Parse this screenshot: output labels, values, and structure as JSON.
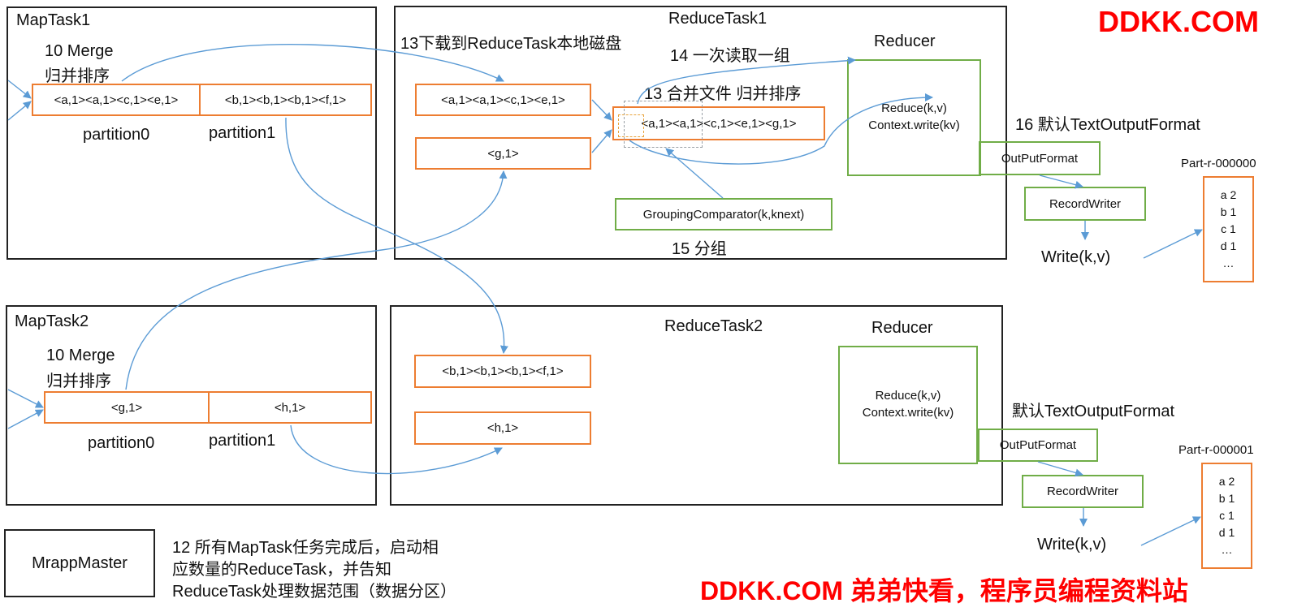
{
  "watermark_top": "DDKK.COM",
  "watermark_bottom": "DDKK.COM 弟弟快看，程序员编程资料站",
  "colors": {
    "orange": "#ED7D31",
    "green": "#70AD47",
    "arrow": "#5B9BD5",
    "watermark": "#FF0000"
  },
  "maptask1": {
    "title": "MapTask1",
    "merge_line1": "10 Merge",
    "merge_line2": "归并排序",
    "p0_content": "<a,1><a,1><c,1><e,1>",
    "p1_content": "<b,1><b,1><b,1><f,1>",
    "p0_label": "partition0",
    "p1_label": "partition1"
  },
  "maptask2": {
    "title": "MapTask2",
    "merge_line1": "10 Merge",
    "merge_line2": "归并排序",
    "p0_content": "<g,1>",
    "p1_content": "<h,1>",
    "p0_label": "partition0",
    "p1_label": "partition1"
  },
  "reducetask1": {
    "title": "ReduceTask1",
    "download_label": "13下载到ReduceTask本地磁盘",
    "read_label": "14 一次读取一组",
    "merge_label": "13 合并文件 归并排序",
    "file1": "<a,1><a,1><c,1><e,1>",
    "file2": "<g,1>",
    "merged": "<a,1><a,1><c,1><e,1><g,1>",
    "grouping": "GroupingComparator(k,knext)",
    "group_label": "15 分组",
    "reducer_title": "Reducer",
    "reduce_call": "Reduce(k,v)",
    "context_write": "Context.write(kv)"
  },
  "reducetask2": {
    "title": "ReduceTask2",
    "file1": "<b,1><b,1><b,1><f,1>",
    "file2": "<h,1>",
    "reducer_title": "Reducer",
    "reduce_call": "Reduce(k,v)",
    "context_write": "Context.write(kv)"
  },
  "output1": {
    "format_label": "16 默认TextOutputFormat",
    "outputformat": "OutPutFormat",
    "recordwriter": "RecordWriter",
    "write": "Write(k,v)",
    "file_name": "Part-r-000000",
    "lines": [
      "a 2",
      "b 1",
      "c 1",
      "d 1",
      "…"
    ]
  },
  "output2": {
    "format_label": "默认TextOutputFormat",
    "outputformat": "OutPutFormat",
    "recordwriter": "RecordWriter",
    "write": "Write(k,v)",
    "file_name": "Part-r-000001",
    "lines": [
      "a 2",
      "b 1",
      "c 1",
      "d 1",
      "…"
    ]
  },
  "master": {
    "title": "MrappMaster",
    "note_line1": "12 所有MapTask任务完成后，启动相",
    "note_line2": "应数量的ReduceTask，并告知",
    "note_line3": "ReduceTask处理数据范围（数据分区）"
  }
}
